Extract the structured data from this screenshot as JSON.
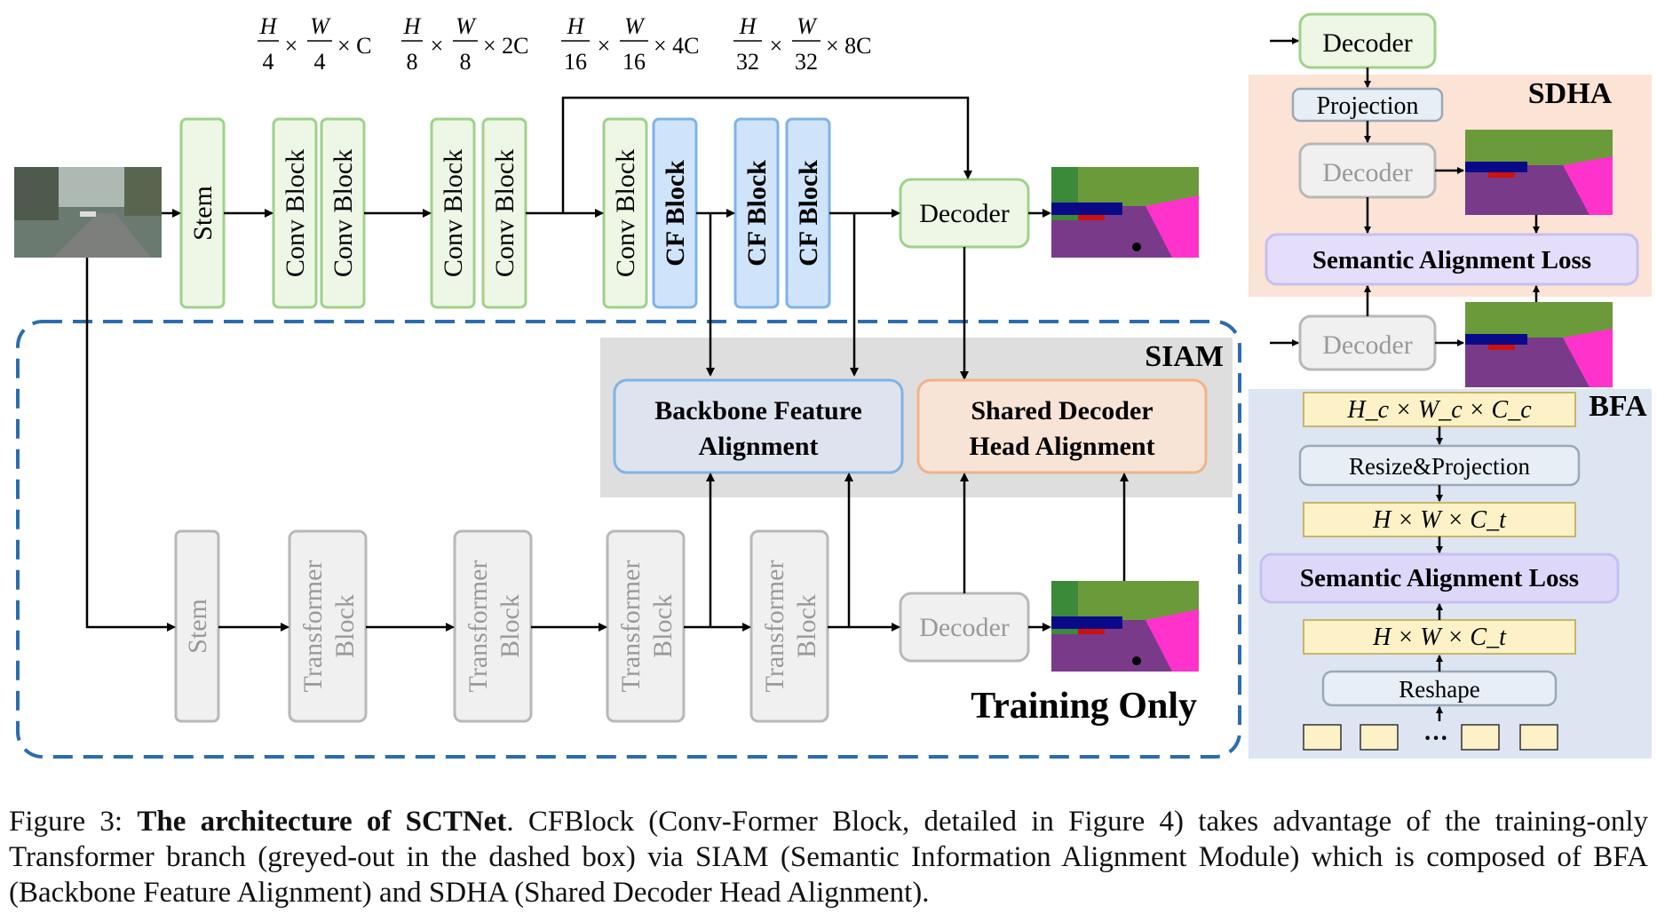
{
  "dims": [
    {
      "num1": "H",
      "den1": "4",
      "num2": "W",
      "den2": "4",
      "ch": "× C"
    },
    {
      "num1": "H",
      "den1": "8",
      "num2": "W",
      "den2": "8",
      "ch": "× 2C"
    },
    {
      "num1": "H",
      "den1": "16",
      "num2": "W",
      "den2": "16",
      "ch": "× 4C"
    },
    {
      "num1": "H",
      "den1": "32",
      "num2": "W",
      "den2": "32",
      "ch": "× 8C"
    }
  ],
  "times": "×",
  "top_branch": {
    "stem": "Stem",
    "conv_block": "Conv Block",
    "cf_block": "CF Block",
    "decoder": "Decoder"
  },
  "bottom_branch": {
    "stem": "Stem",
    "transformer_line1": "Transformer",
    "transformer_line2": "Block",
    "decoder": "Decoder"
  },
  "siam": {
    "title": "SIAM",
    "bfa_line1": "Backbone Feature",
    "bfa_line2": "Alignment",
    "sdha_line1": "Shared Decoder",
    "sdha_line2": "Head Alignment"
  },
  "training_only": "Training Only",
  "sdha_panel": {
    "title": "SDHA",
    "decoder_top": "Decoder",
    "projection": "Projection",
    "decoder_mid": "Decoder",
    "loss": "Semantic Alignment Loss",
    "decoder_bottom": "Decoder"
  },
  "bfa_panel": {
    "title": "BFA",
    "shape_c": "H_c × W_c × C_c",
    "resize": "Resize&Projection",
    "shape_t1": "H × W × C_t",
    "loss": "Semantic Alignment Loss",
    "shape_t2": "H × W × C_t",
    "reshape": "Reshape",
    "dots": "···"
  },
  "caption": {
    "prefix": "Figure 3: ",
    "bold": "The architecture of SCTNet",
    "text": ". CFBlock (Conv-Former Block, detailed in Figure 4) takes advantage of the training-only Transformer branch (greyed-out in the dashed box) via SIAM (Semantic Information Alignment Module) which is composed of BFA (Backbone Feature Alignment) and SDHA (Shared Decoder Head Alignment)."
  },
  "colors": {
    "green_fill": "#eef7e6",
    "green_stroke": "#9fd28a",
    "blue_fill": "#cfe4fb",
    "blue_stroke": "#7fb3e6",
    "grey_fill": "#f0f0f0",
    "grey_stroke": "#b8b8b8",
    "siam_bg": "#dedede",
    "sdha_bg": "#fbe3d5",
    "bfa_bg": "#dde5f2",
    "purple_fill": "#e5defa",
    "orange_stroke": "#f2b28a",
    "yellow_fill": "#fdf2c7"
  }
}
